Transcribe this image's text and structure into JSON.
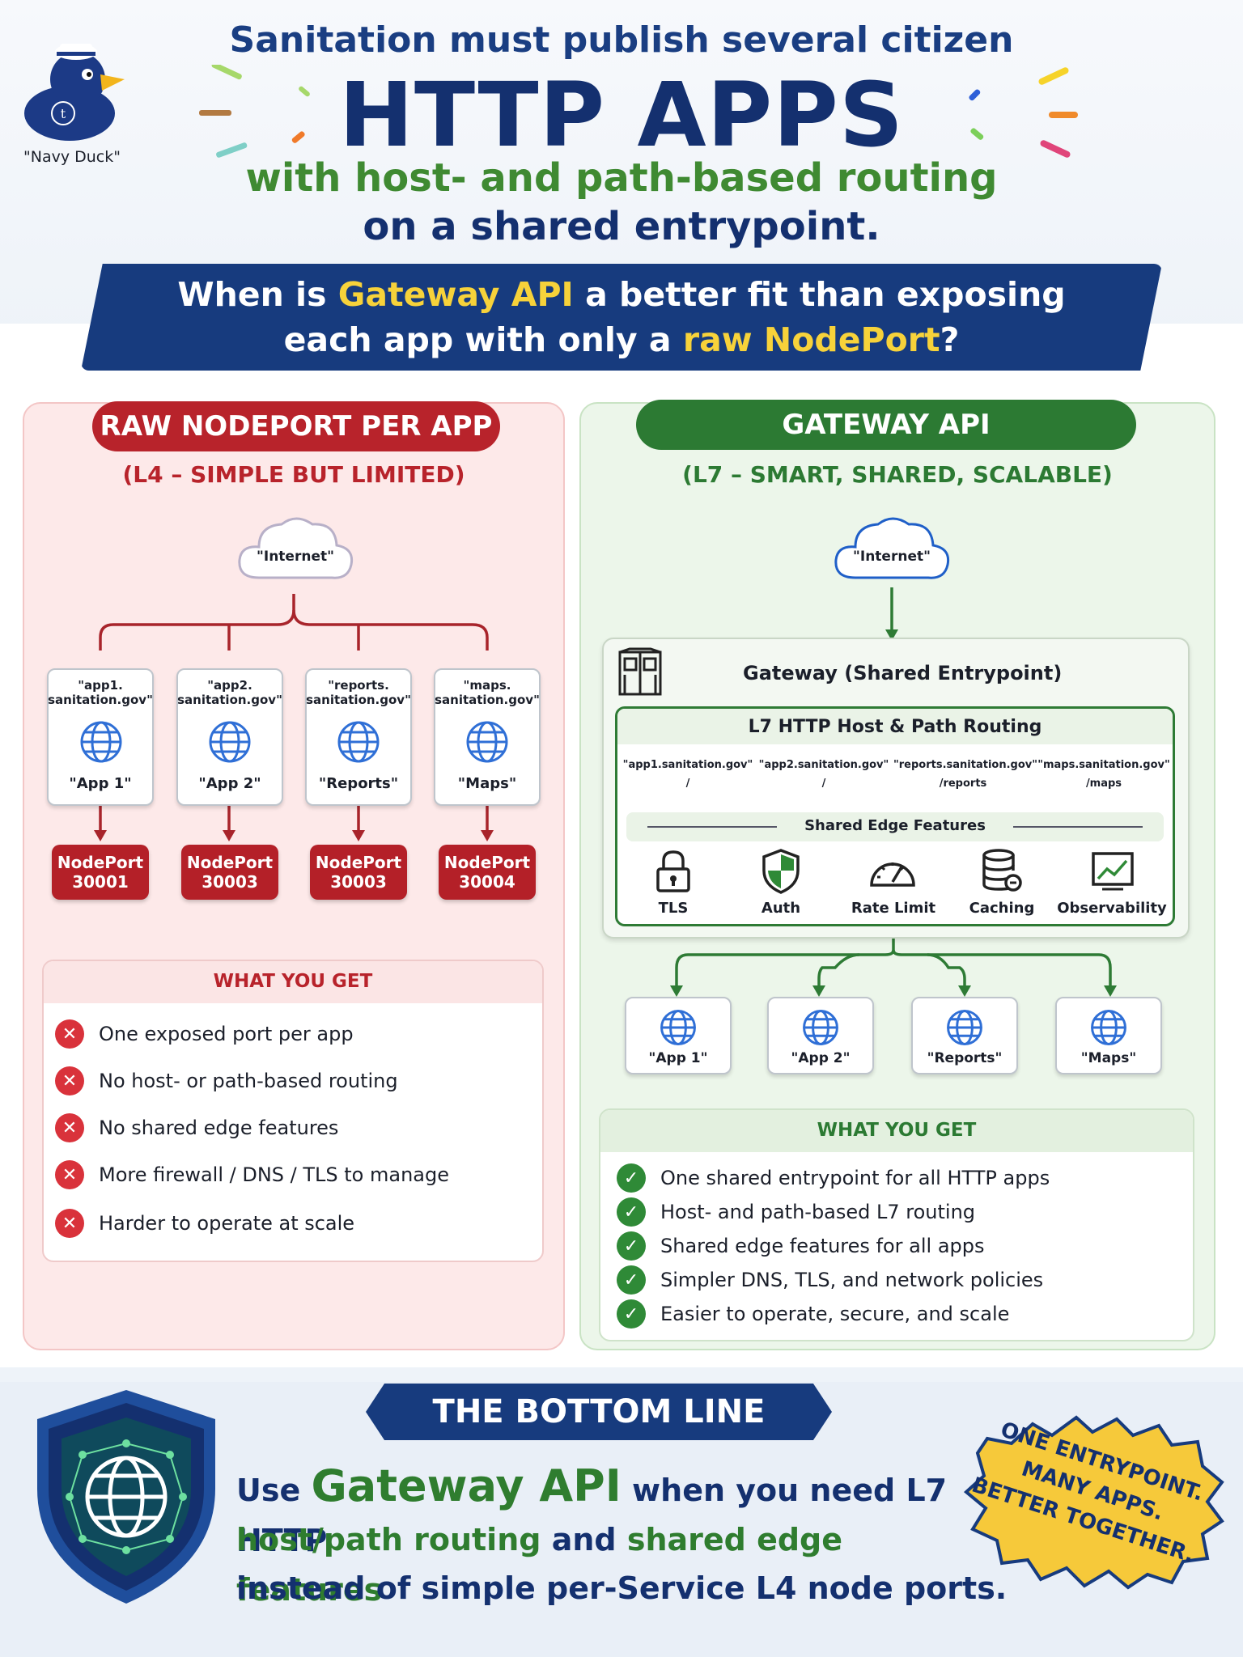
{
  "brand": {
    "logo_caption": "\"Navy Duck\""
  },
  "header": {
    "line1": "Sanitation must publish several citizen",
    "line2": "HTTP APPS",
    "line3": "with host- and path-based routing",
    "line4": "on a shared entrypoint."
  },
  "question": {
    "part1": "When is ",
    "part2": "Gateway API",
    "part3": " a better fit than exposing",
    "part4": "each app with only a ",
    "part5": "raw NodePort",
    "part6": "?"
  },
  "left": {
    "title": "RAW NODEPORT PER APP",
    "subtitle": "(L4 – SIMPLE BUT LIMITED)",
    "internet": "\"Internet\"",
    "apps": [
      {
        "host1": "\"app1.",
        "host2": "sanitation.gov\"",
        "label": "\"App 1\"",
        "np1": "NodePort",
        "np2": "30001"
      },
      {
        "host1": "\"app2.",
        "host2": "sanitation.gov\"",
        "label": "\"App 2\"",
        "np1": "NodePort",
        "np2": "30003"
      },
      {
        "host1": "\"reports.",
        "host2": "sanitation.gov\"",
        "label": "\"Reports\"",
        "np1": "NodePort",
        "np2": "30003"
      },
      {
        "host1": "\"maps.",
        "host2": "sanitation.gov\"",
        "label": "\"Maps\"",
        "np1": "NodePort",
        "np2": "30004"
      }
    ],
    "get_title": "WHAT YOU GET",
    "get_items": [
      "One exposed port per app",
      "No host- or path-based routing",
      "No shared edge features",
      "More firewall / DNS / TLS to manage",
      "Harder to operate at scale"
    ]
  },
  "right": {
    "title": "GATEWAY API",
    "subtitle": "(L7 – SMART, SHARED, SCALABLE)",
    "internet": "\"Internet\"",
    "gateway_title": "Gateway (Shared Entrypoint)",
    "routing_title": "L7 HTTP Host & Path Routing",
    "routes": [
      {
        "host": "\"app1.sanitation.gov\"",
        "path": "/"
      },
      {
        "host": "\"app2.sanitation.gov\"",
        "path": "/"
      },
      {
        "host": "\"reports.sanitation.gov\"",
        "path": "/reports"
      },
      {
        "host": "\"maps.sanitation.gov\"",
        "path": "/maps"
      }
    ],
    "shared_title": "Shared Edge Features",
    "features": [
      "TLS",
      "Auth",
      "Rate Limit",
      "Caching",
      "Observability"
    ],
    "apps": [
      "\"App 1\"",
      "\"App 2\"",
      "\"Reports\"",
      "\"Maps\""
    ],
    "get_title": "WHAT YOU GET",
    "get_items": [
      "One shared entrypoint for all HTTP apps",
      "Host- and path-based L7 routing",
      "Shared edge features for all apps",
      "Simpler DNS, TLS, and network policies",
      "Easier to operate, secure, and scale"
    ]
  },
  "bottom": {
    "title": "THE BOTTOM LINE",
    "l1a": "Use ",
    "l1b": "Gateway API",
    "l1c": " when you need L7 HTTP",
    "l2a": "host/path routing",
    "l2b": " and ",
    "l2c": "shared edge features",
    "l3": "instead of simple per-Service L4 node ports.",
    "badge1": "ONE ENTRYPOINT.",
    "badge2": "MANY APPS.",
    "badge3": "BETTER TOGETHER."
  },
  "colors": {
    "navy": "#173b7e",
    "red": "#b8232b",
    "green": "#2c7a33",
    "yellow": "#f7d23a"
  }
}
